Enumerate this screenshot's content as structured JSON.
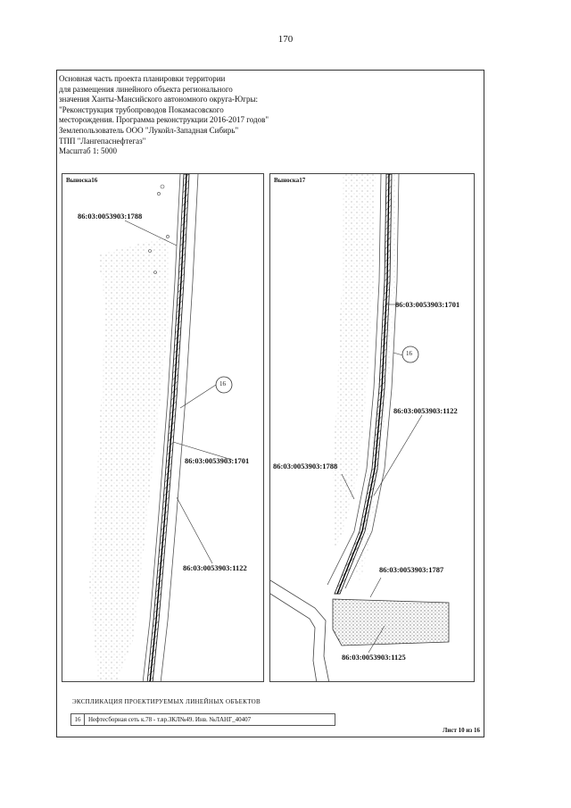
{
  "page_number": "170",
  "header": {
    "lines": [
      "Основная часть проекта планировки территории",
      "для размещения линейного объекта регионального",
      "значения Ханты-Мансийского автономного округа-Югры:",
      "\"Реконструкция трубопроводов Покамасовского",
      "месторождения. Программа реконструкции 2016-2017 годов\"",
      "Землепользователь ООО \"Лукойл-Западная Сибирь\"",
      "ТПП \"Лангепаснефтегаз\"",
      "Масштаб 1: 5000"
    ]
  },
  "panels": [
    {
      "title": "Выноска16",
      "labels": [
        "86:03:0053903:1788",
        "86:03:0053903:1701",
        "86:03:0053903:1122"
      ],
      "marker": "16"
    },
    {
      "title": "Выноска17",
      "labels": [
        "86:03:0053903:1701",
        "86:03:0053903:1122",
        "86:03:0053903:1788",
        "86:03:0053903:1787",
        "86:03:0053903:1125"
      ],
      "marker": "16"
    }
  ],
  "legend": {
    "title": "ЭКСПЛИКАЦИЯ ПРОЕКТИРУЕМЫХ ЛИНЕЙНЫХ ОБЪЕКТОВ",
    "rows": [
      {
        "code": "16",
        "description": "Нефтесборная сеть к.78 - т.вр.ЗКЛ№49. Инв. №ЛАНГ_40407"
      }
    ]
  },
  "sheet": "Лист 10 из 16"
}
